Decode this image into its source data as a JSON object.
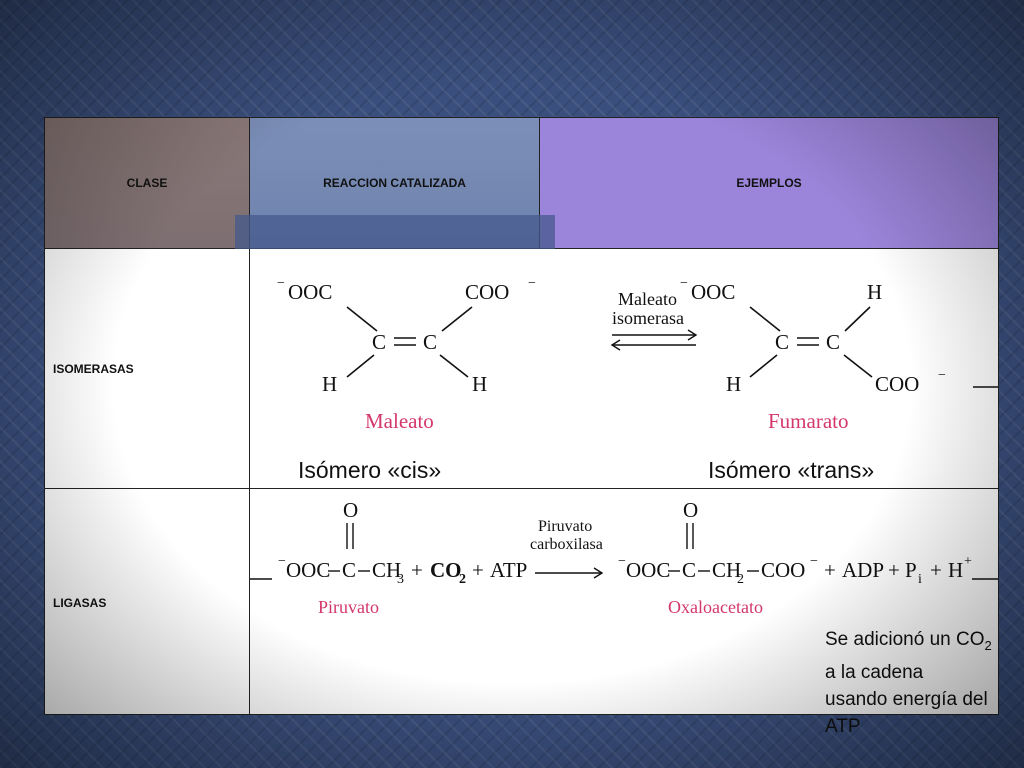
{
  "table": {
    "headers": {
      "clase": "CLASE",
      "reaccion": "REACCION CATALIZADA",
      "ejemplos": "EJEMPLOS"
    },
    "rows": [
      {
        "clase": "ISOMERASAS"
      },
      {
        "clase": "LIGASAS"
      }
    ]
  },
  "isomerasas": {
    "left_molecule": {
      "top_left": "OOC",
      "top_right": "COO",
      "carbon": "C",
      "bottom_left": "H",
      "bottom_right": "H",
      "name": "Maleato"
    },
    "enzyme_line1": "Maleato",
    "enzyme_line2": "isomerasa",
    "right_molecule": {
      "top_left": "OOC",
      "top_right": "H",
      "carbon": "C",
      "bottom_left": "H",
      "bottom_right": "COO",
      "name": "Fumarato"
    },
    "caption_cis": "Isómero  «cis»",
    "caption_trans": "Isómero «trans»"
  },
  "ligasas": {
    "reactant_formula": "OOC",
    "carbon": "C",
    "ch3": "CH",
    "ch3_sub": "3",
    "co2": "CO",
    "co2_sub": "2",
    "atp": "ATP",
    "plus": "+",
    "oxygen": "O",
    "enzyme_line1": "Piruvato",
    "enzyme_line2": "carboxilasa",
    "ch2": "CH",
    "ch2_sub": "2",
    "coo": "COO",
    "adp": "ADP",
    "pi": "P",
    "pi_sub": "i",
    "h": "H",
    "reactant_name": "Piruvato",
    "product_name": "Oxaloacetato",
    "note_line1_a": "Se adicionó un CO",
    "note_line1_sub": "2",
    "note_line1_b": " a la cadena",
    "note_line2": "usando energía del ATP"
  }
}
